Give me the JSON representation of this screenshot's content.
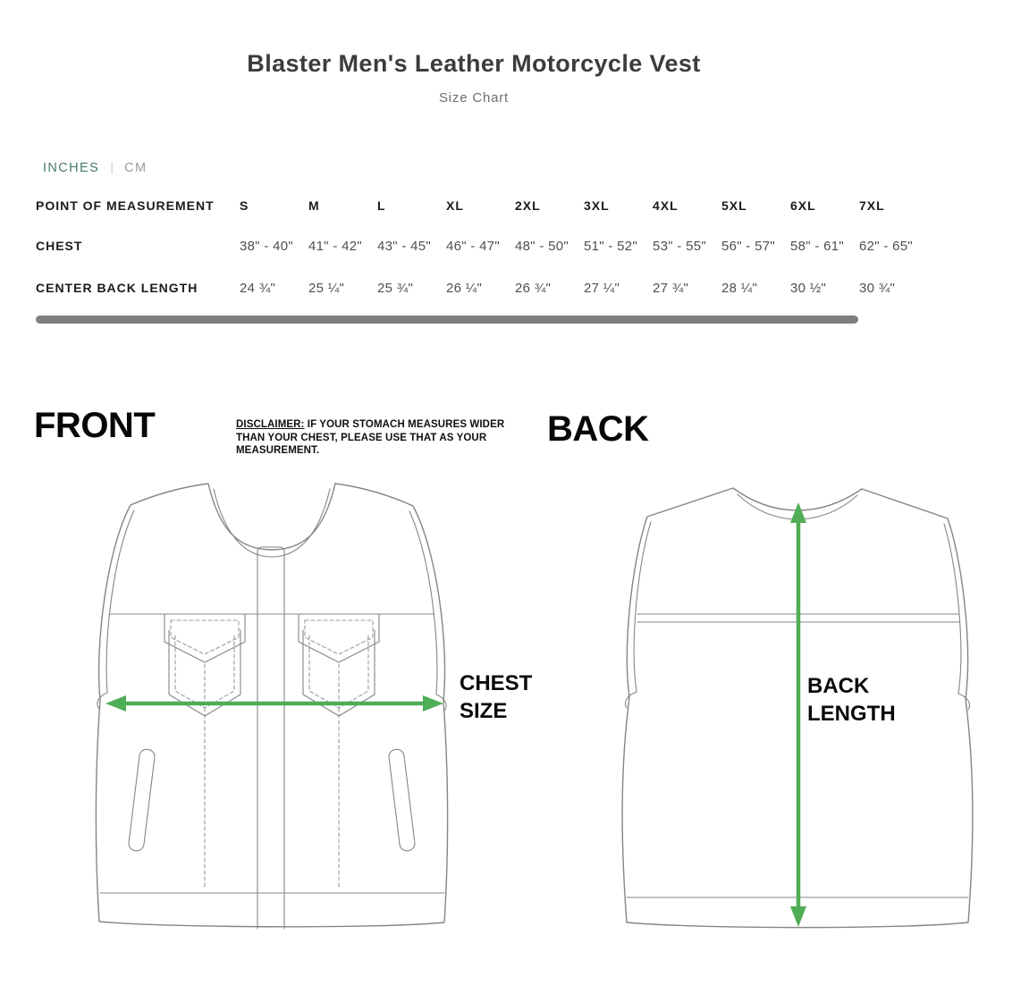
{
  "header": {
    "title": "Blaster Men's Leather Motorcycle Vest",
    "subtitle": "Size Chart"
  },
  "units": {
    "inches_label": "INCHES",
    "divider": "|",
    "cm_label": "CM"
  },
  "size_table": {
    "measurement_header": "POINT OF MEASUREMENT",
    "sizes": [
      "S",
      "M",
      "L",
      "XL",
      "2XL",
      "3XL",
      "4XL",
      "5XL",
      "6XL",
      "7XL"
    ],
    "rows": [
      {
        "label": "CHEST",
        "values": [
          "38\" - 40\"",
          "41\" - 42\"",
          "43\" - 45\"",
          "46\" - 47\"",
          "48\" - 50\"",
          "51\" - 52\"",
          "53\" - 55\"",
          "56\" - 57\"",
          "58\" - 61\"",
          "62\" - 65\""
        ]
      },
      {
        "label": "CENTER BACK LENGTH",
        "values": [
          "24 ¾\"",
          "25 ¼\"",
          "25 ¾\"",
          "26 ¼\"",
          "26 ¾\"",
          "27 ¼\"",
          "27 ¾\"",
          "28 ¼\"",
          "30 ½\"",
          "30 ¾\""
        ]
      }
    ]
  },
  "diagrams": {
    "front_heading": "FRONT",
    "back_heading": "BACK",
    "disclaimer_label": "DISCLAIMER:",
    "disclaimer_text": " IF YOUR STOMACH MEASURES WIDER THAN YOUR CHEST, PLEASE USE THAT AS YOUR MEASUREMENT.",
    "chest_size_label": "CHEST SIZE",
    "back_length_label": "BACK LENGTH"
  },
  "theme": {
    "accent_teal": "#47796F",
    "inactive_gray": "#9B9B9B",
    "arrow_green": "#4FAD55",
    "scrollbar_gray": "#7E7E7E",
    "line_gray": "#868686"
  }
}
